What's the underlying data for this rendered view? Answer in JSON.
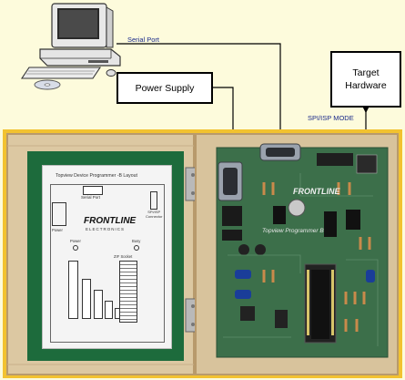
{
  "labels": {
    "serial_port": "Serial Port",
    "power_supply": "Power Supply",
    "target_hardware_line1": "Target",
    "target_hardware_line2": "Hardware",
    "spi_isp_mode": "SPI/ISP MODE"
  },
  "layout_sheet": {
    "title": "Topview  Device Programmer -B  Layout",
    "serial_port": "Serial Port",
    "spi_isp_connector": "SPI/ISP\nConnector",
    "brand": "FRONTLINE",
    "brand_sub": "ELECTRONICS",
    "power": "Power",
    "power_led": "Power",
    "busy": "Busy",
    "zif_socket": "ZIF Socket"
  },
  "board": {
    "brand": "FRONTLINE",
    "model": "Topview Programmer B"
  },
  "colors": {
    "background": "#fdfbdc",
    "frame": "#f2c230",
    "wood": "#dcc8a2",
    "pcb": "#3c6f4a",
    "felt": "#1d6b3c"
  }
}
